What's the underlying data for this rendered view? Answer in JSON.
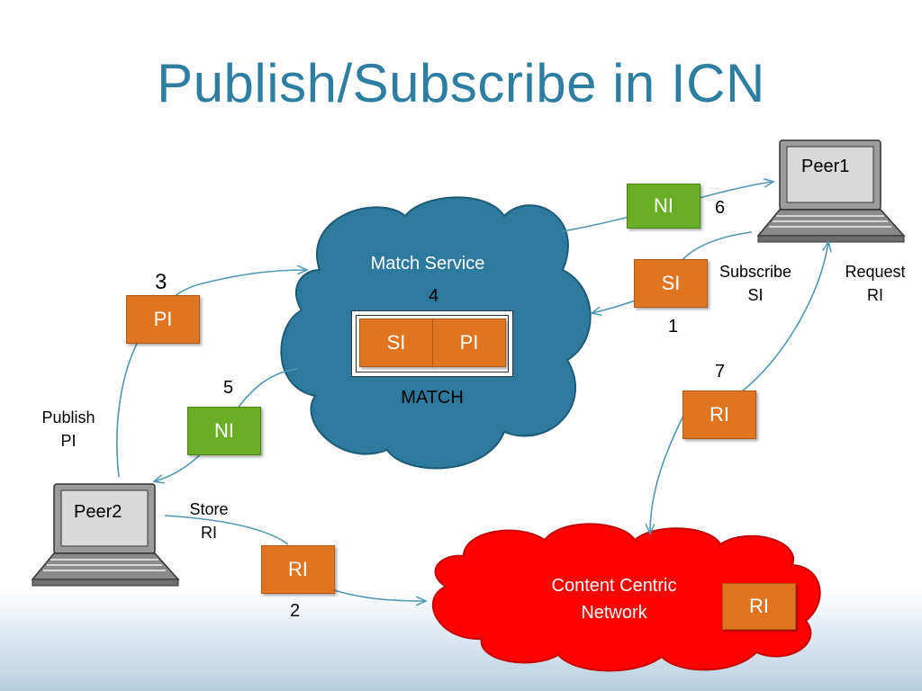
{
  "slide": {
    "title": "Publish/Subscribe in ICN"
  },
  "clouds": {
    "match_service": "Match Service",
    "content_network_line1": "Content Centric",
    "content_network_line2": "Network"
  },
  "peers": {
    "peer1": "Peer1",
    "peer2": "Peer2"
  },
  "match": {
    "label": "MATCH",
    "left": "SI",
    "right": "PI"
  },
  "messages": {
    "ni_top": "NI",
    "si": "SI",
    "pi": "PI",
    "ni_left": "NI",
    "ri_right": "RI",
    "ri_bottom": "RI",
    "ri_network": "RI"
  },
  "labels": {
    "subscribe_line1": "Subscribe",
    "subscribe_line2": "SI",
    "request_line1": "Request",
    "request_line2": "RI",
    "publish_line1": "Publish",
    "publish_line2": "PI",
    "store_line1": "Store",
    "store_line2": "RI"
  },
  "steps": {
    "s1": "1",
    "s2": "2",
    "s3": "3",
    "s4": "4",
    "s5": "5",
    "s6": "6",
    "s7": "7"
  },
  "colors": {
    "title": "#2e7ea2",
    "match_cloud": "#2e7a9e",
    "network_cloud": "#ff0000",
    "orange_box": "#e07521",
    "green_box": "#6aae25",
    "arrow": "#4f97b5"
  }
}
